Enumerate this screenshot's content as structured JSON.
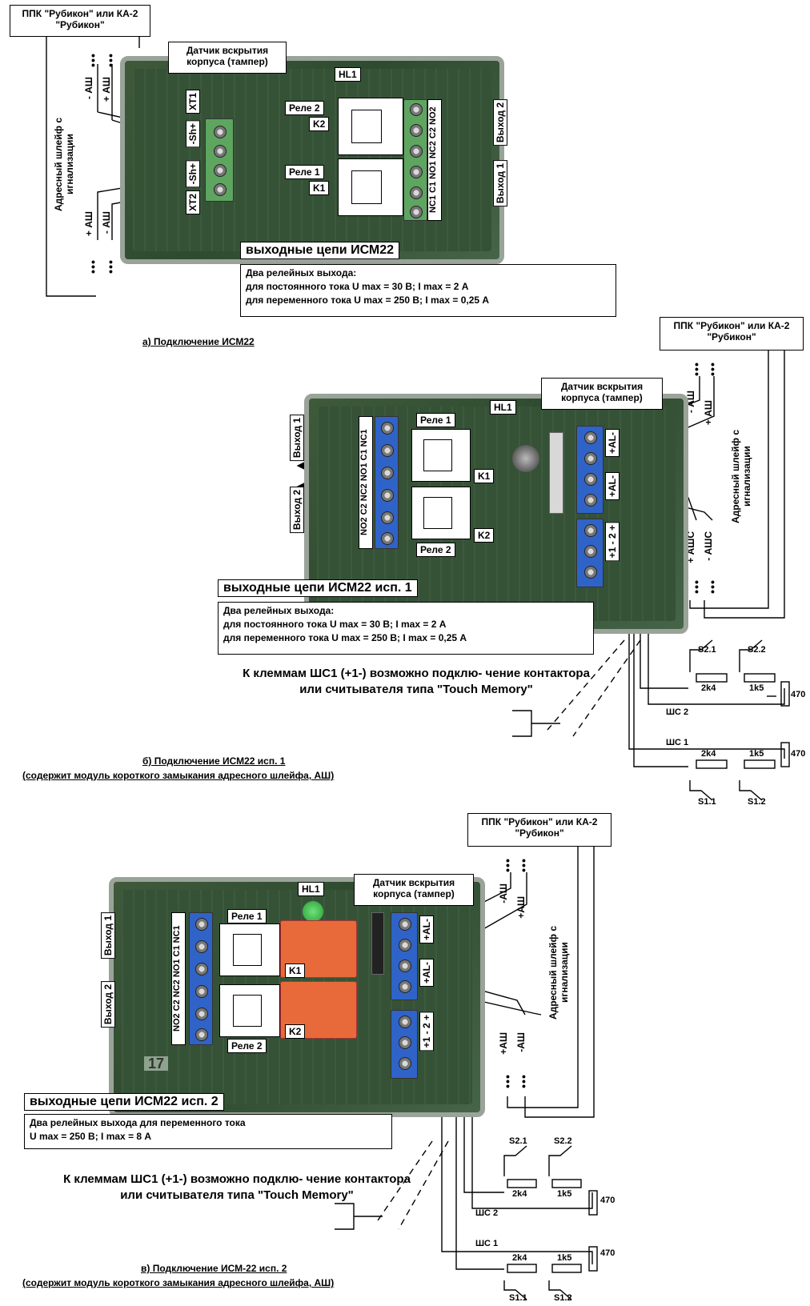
{
  "ppk": "ППК \"Рубикон\" или КА-2 \"Рубикон\"",
  "tamper": "Датчик вскрытия корпуса (тампер)",
  "hl1": "HL1",
  "loop": "Адресный шлейф с игнализации",
  "neg_ash": "- АШ",
  "pos_ash": "+ АШ",
  "pos_ash2": "+АШ",
  "neg_ash2": "-АШ",
  "pos_ashs": "+ АШС",
  "neg_ashs": "- АШС",
  "xt1": "XT1",
  "xt2": "XT2",
  "sh_a": "-Sh+",
  "sh_b": "-Sh+",
  "rele1": "Реле 1",
  "rele2": "Реле 2",
  "k1": "K1",
  "k2": "K2",
  "pins_a": "NC1 C1 NO1 NC2 C2 NO2",
  "pins_rev": "NO2 C2 NC2 NO1 C1 NC1",
  "out1": "Выход 1",
  "out2": "Выход 2",
  "al_top": "+AL-",
  "al_bot": "+AL-",
  "t_shc": "+1 - 2 +",
  "s1": {
    "title": "выходные цепи ИСМ22",
    "line1": "Два релейных выхода:",
    "line2": "для постоянного тока U max = 30 В; I max = 2 А",
    "line3": "для переменного тока U max = 250 В; I max = 0,25 А",
    "caption": "а) Подключение ИСМ22"
  },
  "s2": {
    "title": "выходные цепи ИСМ22 исп. 1",
    "line1": "Два релейных выхода:",
    "line2": "для постоянного тока U max = 30 В; I max = 2 А",
    "line3": "для переменного тока U max = 250 В; I max = 0,25 А",
    "note": "К клеммам ШС1 (+1-) возможно подклю- чение контактора или считывателя типа \"Touch Memory\"",
    "caption1": "б) Подключение ИСМ22 исп. 1",
    "caption2": "(содержит модуль короткого замыкания адресного шлейфа, АШ)"
  },
  "s3": {
    "title": "выходные цепи ИСМ22 исп. 2",
    "line1": "Два релейных выхода для переменного тока",
    "line2": "U max = 250 В; I max = 8 А",
    "note": "К клеммам ШС1 (+1-) возможно подклю- чение контактора или считывателя типа \"Touch Memory\"",
    "caption1": "в) Подключение ИСМ-22 исп. 2",
    "caption2": "(содержит модуль короткого замыкания адресного шлейфа, АШ)"
  },
  "loops": {
    "s21": "S2.1",
    "s22": "S2.2",
    "s11": "S1.1",
    "s12": "S1.2",
    "r2k4": "2k4",
    "r1k5": "1k5",
    "r470": "470",
    "shc2": "ШС 2",
    "shc1": "ШС 1"
  },
  "board_mark": "17"
}
